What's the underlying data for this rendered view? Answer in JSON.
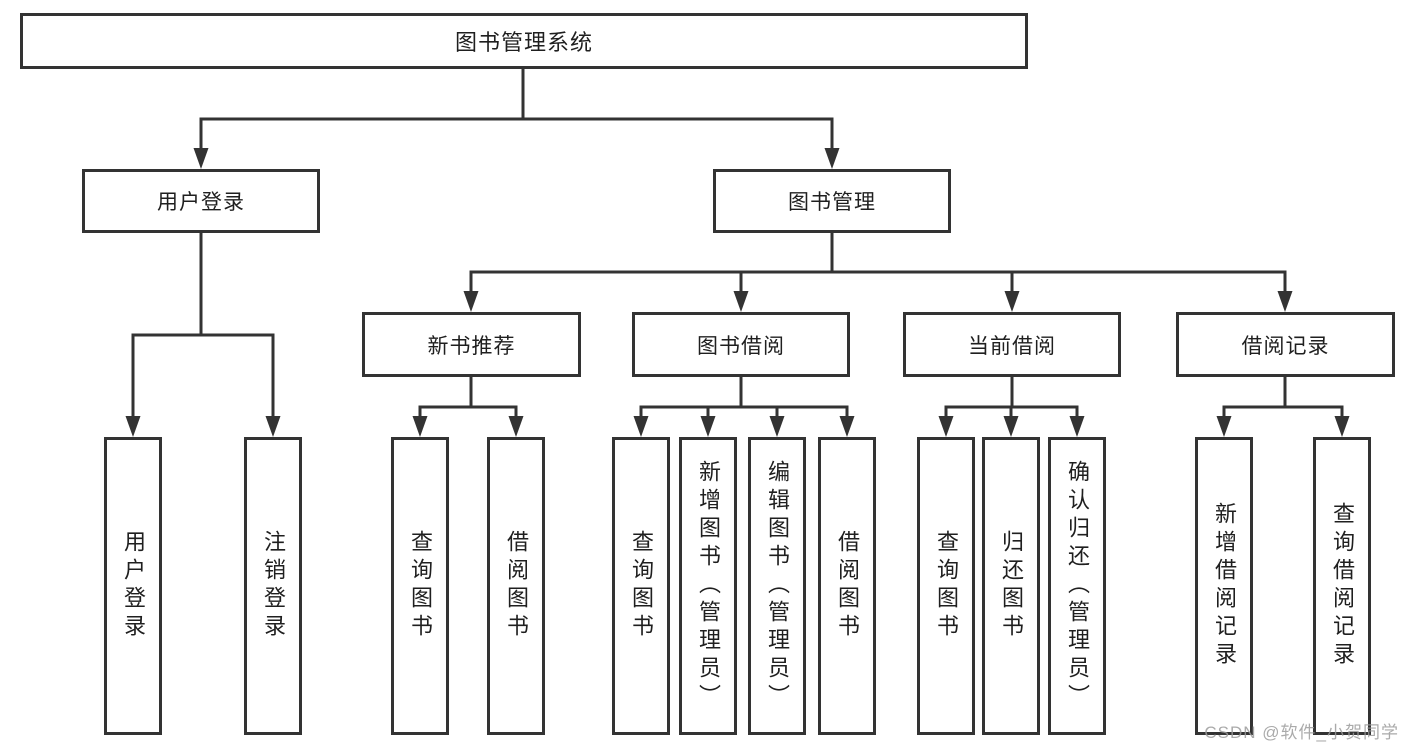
{
  "diagram": {
    "title": "图书管理系统",
    "type": "hierarchy-tree",
    "colors": {
      "line": "#333333",
      "box_border": "#333333",
      "text": "#1f1f1f",
      "background": "#ffffff",
      "watermark": "#9b9b9b"
    },
    "nodes": {
      "system": {
        "label": "图书管理系统"
      },
      "user_login": {
        "label": "用户登录"
      },
      "book_management": {
        "label": "图书管理"
      },
      "login": {
        "label": "用户登录"
      },
      "logout": {
        "label": "注销登录"
      },
      "new_book_recommend": {
        "label": "新书推荐"
      },
      "book_borrowing": {
        "label": "图书借阅"
      },
      "current_borrowing": {
        "label": "当前借阅"
      },
      "borrowing_records": {
        "label": "借阅记录"
      },
      "recommend_query_books": {
        "label": "查询图书"
      },
      "recommend_borrow_books": {
        "label": "借阅图书"
      },
      "borrowing_query_books": {
        "label": "查询图书"
      },
      "borrowing_add_books": {
        "label": "新增图书（管理员）"
      },
      "borrowing_edit_books": {
        "label": "编辑图书（管理员）"
      },
      "borrowing_borrow_books": {
        "label": "借阅图书"
      },
      "current_query_books": {
        "label": "查询图书"
      },
      "current_return_books": {
        "label": "归还图书"
      },
      "current_confirm_return": {
        "label": "确认归还（管理员）"
      },
      "records_add_record": {
        "label": "新增借阅记录"
      },
      "records_query_record": {
        "label": "查询借阅记录"
      }
    },
    "edges": [
      {
        "parent": "system",
        "children": [
          "user_login",
          "book_management"
        ]
      },
      {
        "parent": "user_login",
        "children": [
          "login",
          "logout"
        ]
      },
      {
        "parent": "book_management",
        "children": [
          "new_book_recommend",
          "book_borrowing",
          "current_borrowing",
          "borrowing_records"
        ]
      },
      {
        "parent": "new_book_recommend",
        "children": [
          "recommend_query_books",
          "recommend_borrow_books"
        ]
      },
      {
        "parent": "book_borrowing",
        "children": [
          "borrowing_query_books",
          "borrowing_add_books",
          "borrowing_edit_books",
          "borrowing_borrow_books"
        ]
      },
      {
        "parent": "current_borrowing",
        "children": [
          "current_query_books",
          "current_return_books",
          "current_confirm_return"
        ]
      },
      {
        "parent": "borrowing_records",
        "children": [
          "records_add_record",
          "records_query_record"
        ]
      }
    ],
    "watermark": "CSDN @软件_小贺同学"
  }
}
